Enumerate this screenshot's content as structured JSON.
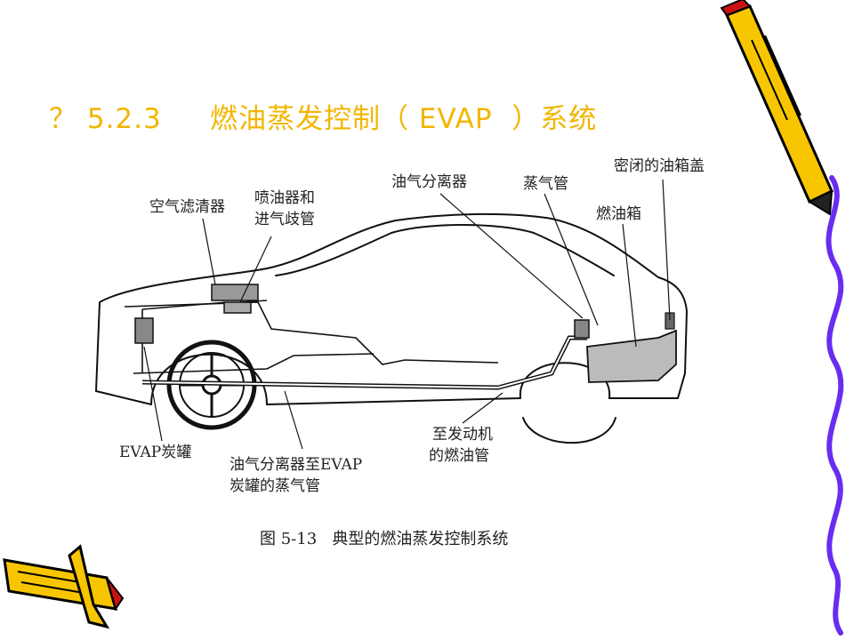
{
  "slide": {
    "title": "？ 5.2.3     燃油蒸发控制（ EVAP  ）系统",
    "accent_color": "#f2b600"
  },
  "diagram": {
    "labels": {
      "air_filter": "空气滤清器",
      "injector_line1": "喷油器和",
      "injector_line2": "进气歧管",
      "separator": "油气分离器",
      "vapor_pipe": "蒸气管",
      "cap": "密闭的油箱盖",
      "tank": "燃油箱",
      "canister": "EVAP炭罐",
      "sep_line1": "油气分离器至EVAP",
      "sep_line2": "炭罐的蒸气管",
      "fuel_line1": "至发动机",
      "fuel_line2": "的燃油管"
    },
    "caption": "图 5-13   典型的燃油蒸发控制系统"
  },
  "decorations": {
    "icons": [
      "pencil-icon",
      "pencil-icon",
      "wavy-line"
    ],
    "colors": {
      "pencil_body": "#f7c600",
      "pencil_outline": "#000000",
      "pencil_tip": "#cc1111",
      "wave": "#6a2cf0"
    }
  }
}
